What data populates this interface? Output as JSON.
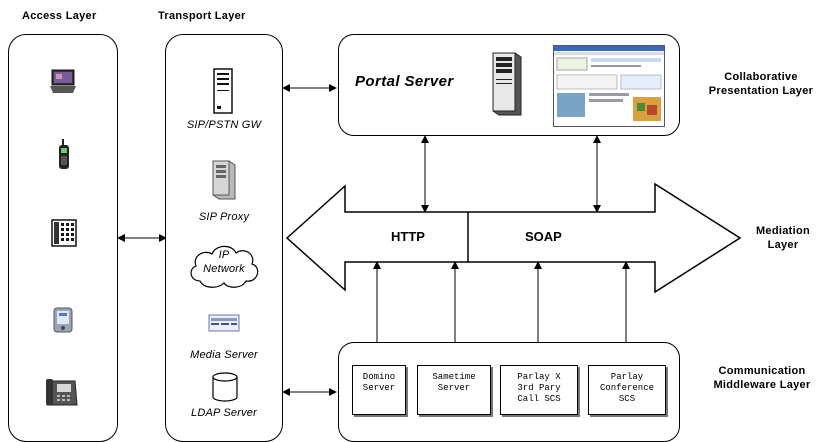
{
  "headers": {
    "access": "Access Layer",
    "transport": "Transport Layer"
  },
  "transport_items": {
    "sip_gw": "SIP/PSTN GW",
    "sip_proxy": "SIP Proxy",
    "ip_network_line1": "IP",
    "ip_network_line2": "Network",
    "media_server": "Media Server",
    "ldap_server": "LDAP Server"
  },
  "portal": {
    "title": "Portal Server"
  },
  "mediation": {
    "left": "HTTP",
    "right": "SOAP"
  },
  "middleware_components": [
    {
      "line1": "Domino",
      "line2": "Server",
      "line3": ""
    },
    {
      "line1": "Sametime",
      "line2": "Server",
      "line3": ""
    },
    {
      "line1": "Parlay X",
      "line2": "3rd Pary",
      "line3": "Call SCS"
    },
    {
      "line1": "Parlay",
      "line2": "Conference",
      "line3": "SCS"
    }
  ],
  "side_labels": {
    "presentation_line1": "Collaborative",
    "presentation_line2": "Presentation Layer",
    "mediation_line1": "Mediation",
    "mediation_line2": "Layer",
    "communication_line1": "Communication",
    "communication_line2": "Middleware Layer"
  },
  "icons": [
    "laptop-icon",
    "mobile-phone-icon",
    "desk-phone-icon",
    "pda-icon",
    "ip-phone-icon",
    "gateway-server-icon",
    "proxy-server-icon",
    "cloud-icon",
    "media-server-icon",
    "database-icon",
    "tower-server-icon",
    "portal-screenshot-icon"
  ]
}
